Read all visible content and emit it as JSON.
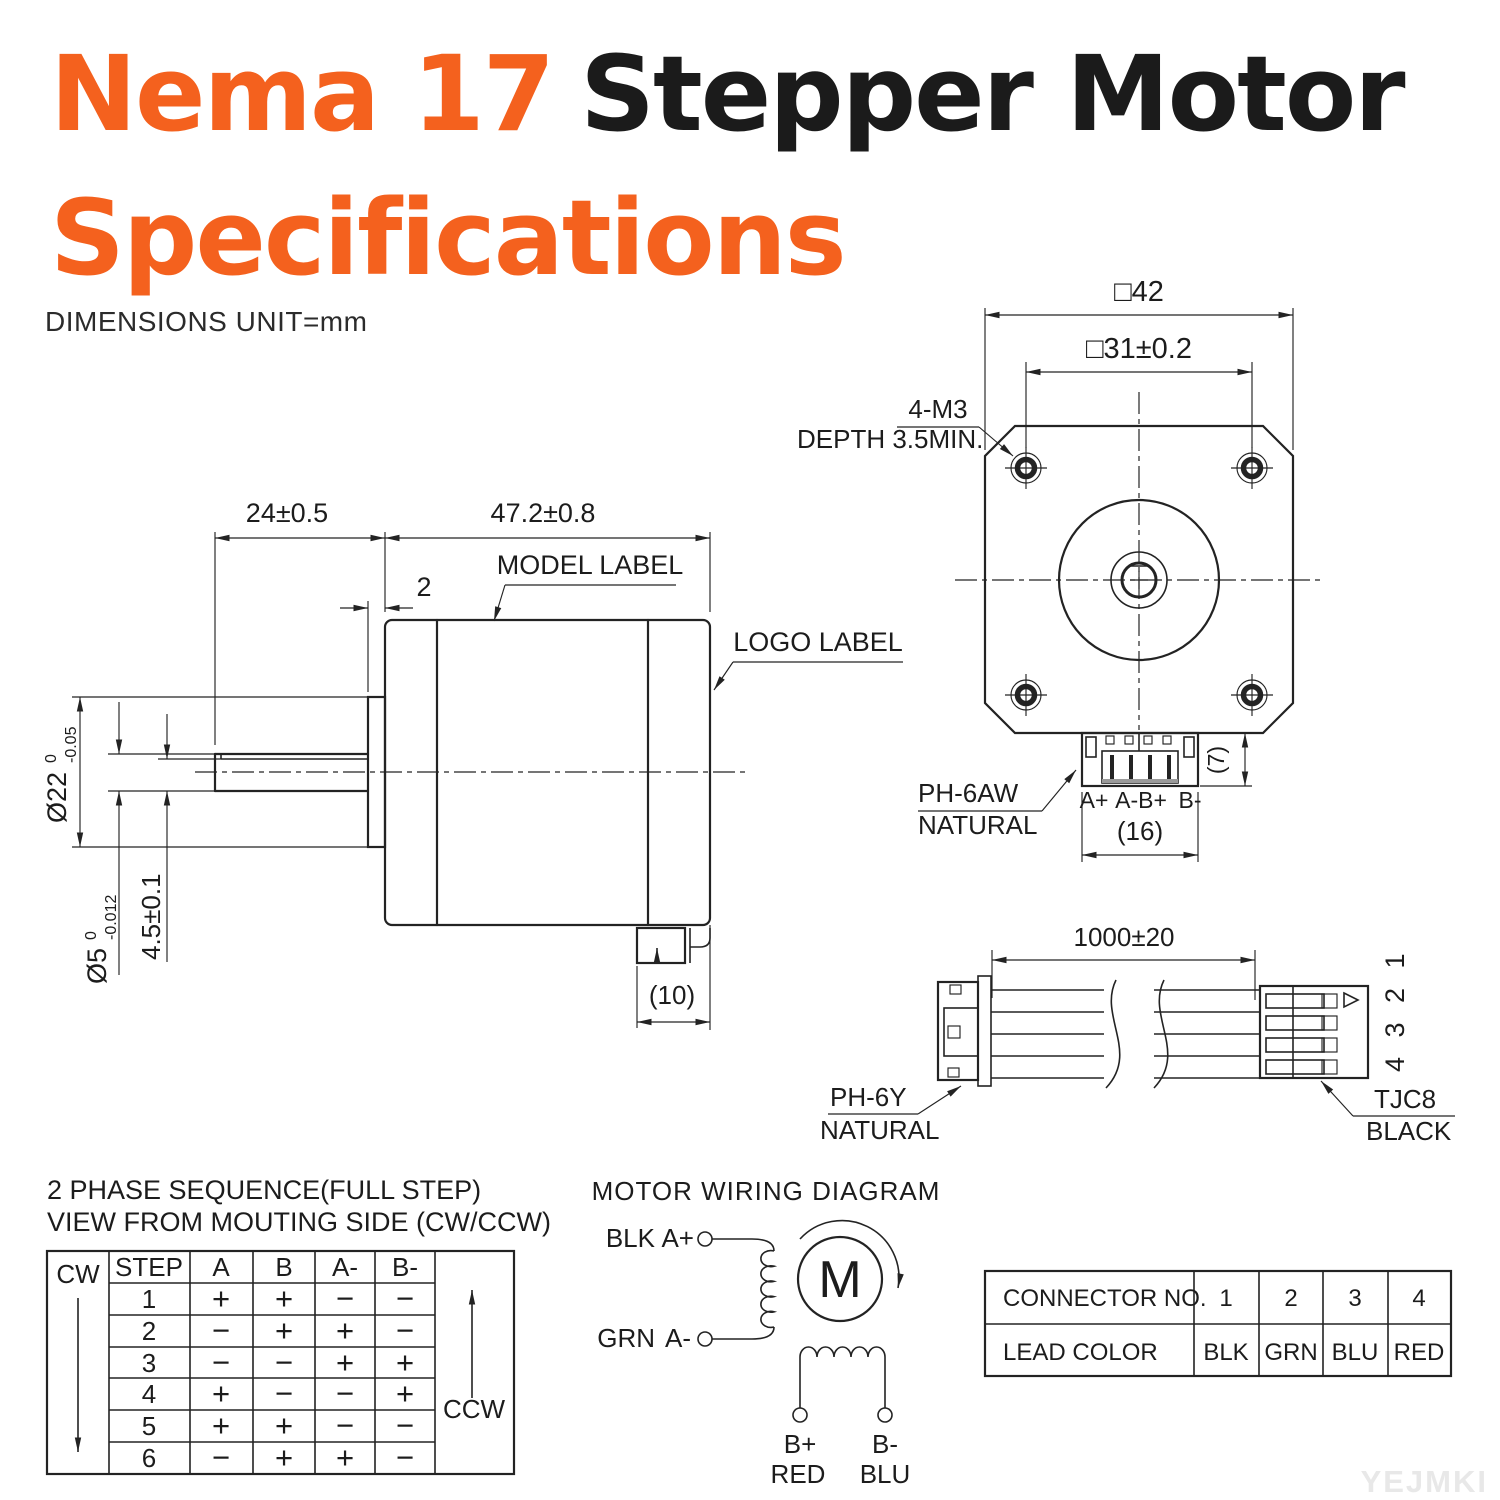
{
  "colors": {
    "accent": "#F4611E",
    "ink": "#1b1b1b",
    "line": "#232323",
    "watermark_gray": "#e8e8e8"
  },
  "title": {
    "accent_part": "Nema 17",
    "dark_part": "Stepper Motor",
    "line2": "Specifications"
  },
  "units_note": "DIMENSIONS UNIT=mm",
  "side_view": {
    "dim_shaft_length": "24±0.5",
    "dim_body_length": "47.2±0.8",
    "dim_boss_thickness": "2",
    "model_label": "MODEL LABEL",
    "logo_label": "LOGO LABEL",
    "dia_boss": {
      "main": "Ø22",
      "sup": "0",
      "sub": "-0.05"
    },
    "dia_shaft": {
      "main": "Ø5",
      "sup": "0",
      "sub": "-0.012"
    },
    "dim_flat": "4.5±0.1",
    "dim_connector_width": "(10)"
  },
  "front_view": {
    "dim_outer": "□42",
    "dim_hole_spacing": "□31±0.2",
    "screw_note_line1": "4-M3",
    "screw_note_line2": "DEPTH 3.5MIN.",
    "connector_label_line1": "PH-6AW",
    "connector_label_line2": "NATURAL",
    "pin_a_plus": "A+",
    "pin_ab": "A-B+",
    "pin_b_minus": "B-",
    "dim_connector_width": "(16)",
    "dim_connector_height": "(7)"
  },
  "cable": {
    "dim_length": "1000±20",
    "left_connector_line1": "PH-6Y",
    "left_connector_line2": "NATURAL",
    "right_connector_line1": "TJC8",
    "right_connector_line2": "BLACK",
    "pin_numbers": "4 3 2 1"
  },
  "phase_table": {
    "title_line1": "2 PHASE SEQUENCE(FULL STEP)",
    "title_line2": "VIEW FROM MOUTING SIDE (CW/CCW)",
    "cw_label": "CW",
    "ccw_label": "CCW",
    "headers": [
      "STEP",
      "A",
      "B",
      "A-",
      "B-"
    ],
    "rows": [
      [
        "1",
        "+",
        "+",
        "−",
        "−"
      ],
      [
        "2",
        "−",
        "+",
        "+",
        "−"
      ],
      [
        "3",
        "−",
        "−",
        "+",
        "+"
      ],
      [
        "4",
        "+",
        "−",
        "−",
        "+"
      ],
      [
        "5",
        "+",
        "+",
        "−",
        "−"
      ],
      [
        "6",
        "−",
        "+",
        "+",
        "−"
      ]
    ]
  },
  "wiring_diagram": {
    "title": "MOTOR WIRING DIAGRAM",
    "blk": "BLK",
    "a_plus": "A+",
    "grn": "GRN",
    "a_minus": "A-",
    "motor_letter": "M",
    "b_plus": "B+",
    "b_plus_color": "RED",
    "b_minus": "B-",
    "b_minus_color": "BLU"
  },
  "connector_table": {
    "row1_label": "CONNECTOR NO.",
    "row2_label": "LEAD COLOR",
    "connector_numbers": [
      "1",
      "2",
      "3",
      "4"
    ],
    "lead_colors": [
      "BLK",
      "GRN",
      "BLU",
      "RED"
    ]
  },
  "watermark": "YEJMKI"
}
